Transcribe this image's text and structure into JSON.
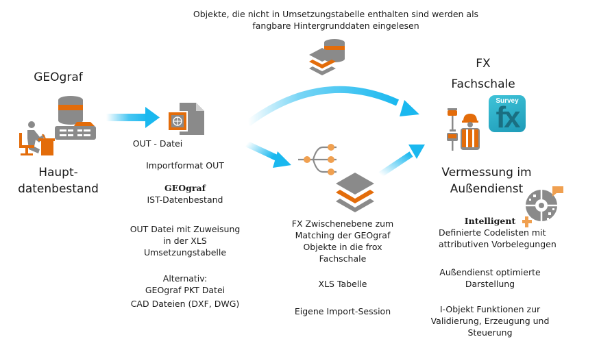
{
  "top_note": {
    "line1": "Objekte, die nicht in Umsetzungstabelle enthalten sind werden als",
    "line2": "fangbare Hintergrunddaten eingelesen"
  },
  "left": {
    "title": "GEOgraf",
    "subtitle_line1": "Haupt-",
    "subtitle_line2": "datenbestand"
  },
  "out_column": {
    "file_label": "OUT - Datei",
    "importformat": "Importformat OUT",
    "geograf_bold": "GEOgraf",
    "ist": "IST-Datenbestand",
    "out_mapping_line1": "OUT Datei mit Zuweisung",
    "out_mapping_line2": "in der XLS",
    "out_mapping_line3": "Umsetzungstabelle",
    "alternativ": "Alternativ:",
    "pkt": "GEOgraf PKT Datei",
    "cad": "CAD Dateien (DXF, DWG)"
  },
  "middle": {
    "desc_line1": "FX Zwischenebene zum",
    "desc_line2": "Matching der GEOgraf",
    "desc_line3": "Objekte in die frox",
    "desc_line4": "Fachschale",
    "xls": "XLS Tabelle",
    "session": "Eigene Import-Session"
  },
  "right": {
    "title_line1": "FX",
    "title_line2": "Fachschale",
    "app_badge_label": "Survey",
    "app_badge_glyph": "fx",
    "subtitle_line1": "Vermessung im",
    "subtitle_line2": "Außendienst",
    "intelligent_bold": "Intelligent",
    "codelisten_line1": "Definierte Codelisten mit",
    "codelisten_line2": "attributiven Vorbelegungen",
    "darstellung_line1": "Außendienst optimierte",
    "darstellung_line2": "Darstellung",
    "iobjekt_line1": "I-Objekt Funktionen zur",
    "iobjekt_line2": "Validierung, Erzeugung und",
    "iobjekt_line3": "Steuerung"
  },
  "colors": {
    "orange": "#e36c0a",
    "light_orange": "#f0a050",
    "gray": "#8a8a8a",
    "arrow_blue": "#1ab8ef",
    "badge_teal": "#23a6c0"
  }
}
